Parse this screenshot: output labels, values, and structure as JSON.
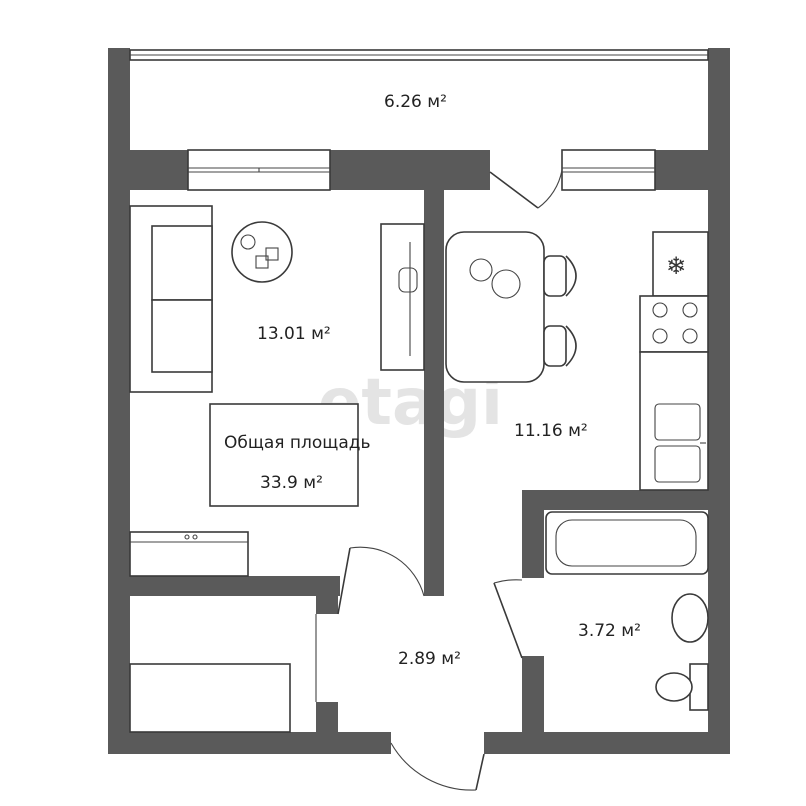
{
  "watermark": "etagi",
  "rooms": {
    "balcony": {
      "area": "6.26 м²"
    },
    "living": {
      "area": "13.01 м²"
    },
    "kitchen": {
      "area": "11.16 м²"
    },
    "hall": {
      "area": "2.89 м²"
    },
    "bathroom": {
      "area": "3.72 м²"
    }
  },
  "total": {
    "label": "Общая площадь",
    "area": "33.9 м²"
  },
  "colors": {
    "wall": "#5a5a5a",
    "line": "#3a3a3a",
    "background": "#ffffff",
    "watermark": "#e4e4e4"
  },
  "icons": [
    "fridge-snowflake-icon",
    "plant-icon",
    "clock-icon",
    "stove-icon",
    "sink-icon",
    "bathtub-icon",
    "toilet-icon"
  ]
}
